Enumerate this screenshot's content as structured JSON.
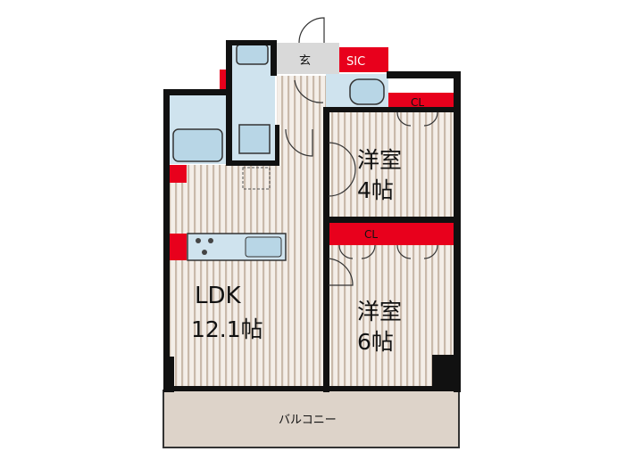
{
  "rooms": {
    "ldk": {
      "name": "LDK",
      "size": "12.1帖"
    },
    "western_room_1": {
      "name": "洋室",
      "size": "4帖"
    },
    "western_room_2": {
      "name": "洋室",
      "size": "6帖"
    },
    "balcony": "バルコニー",
    "entrance": "玄",
    "shoe_closet": "SIC",
    "closet_upper": "CL",
    "closet_lower": "CL"
  },
  "colors": {
    "wall": "#111111",
    "storage": "#e8001c",
    "floor_stripe": "#b8a898",
    "wet_area": "#cfe3ee",
    "balcony": "#ddd3c9",
    "entrance": "#d9d9d9"
  }
}
